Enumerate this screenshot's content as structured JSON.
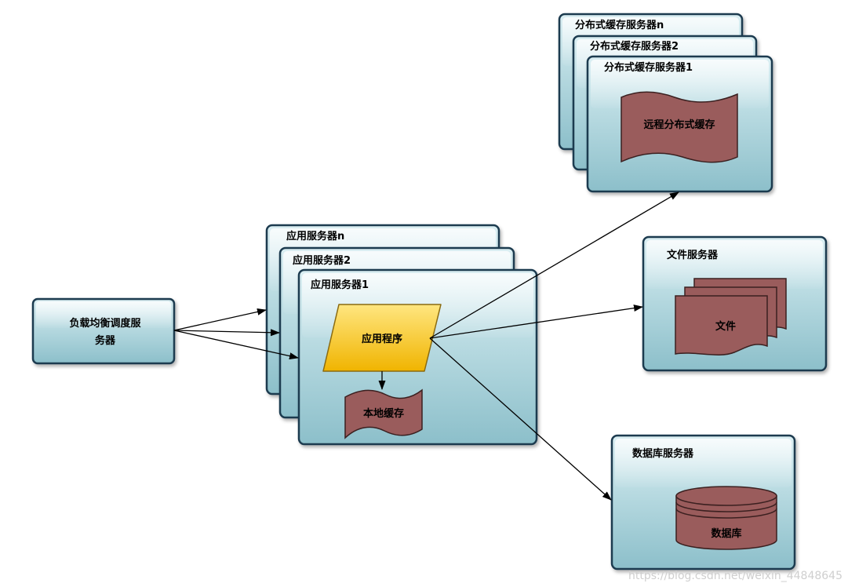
{
  "load_balancer": {
    "label_lines": [
      "负载均衡调度服",
      "务器"
    ]
  },
  "app_servers": [
    {
      "title": "应用服务器n"
    },
    {
      "title": "应用服务器2"
    },
    {
      "title": "应用服务器1"
    }
  ],
  "app_program": {
    "label": "应用程序"
  },
  "local_cache": {
    "label": "本地缓存"
  },
  "cache_servers": [
    {
      "title": "分布式缓存服务器n"
    },
    {
      "title": "分布式缓存服务器2"
    },
    {
      "title": "分布式缓存服务器1"
    }
  ],
  "remote_cache": {
    "label": "远程分布式缓存"
  },
  "file_server": {
    "title": "文件服务器",
    "content": "文件"
  },
  "db_server": {
    "title": "数据库服务器",
    "content": "数据库"
  },
  "watermark": "https://blog.csdn.net/weixin_44848645",
  "colors": {
    "box_border": "#1d3b4f",
    "box_fill_top": "#dbeff3",
    "box_fill_mid": "#b6d9e0",
    "box_fill_bottom": "#8cbfca",
    "storage_fill": "#9a5c5c",
    "storage_border": "#3b2020",
    "program_fill_top": "#ffe680",
    "program_fill_bottom": "#f0b400",
    "program_border": "#8a6a10",
    "arrow": "#000000"
  }
}
